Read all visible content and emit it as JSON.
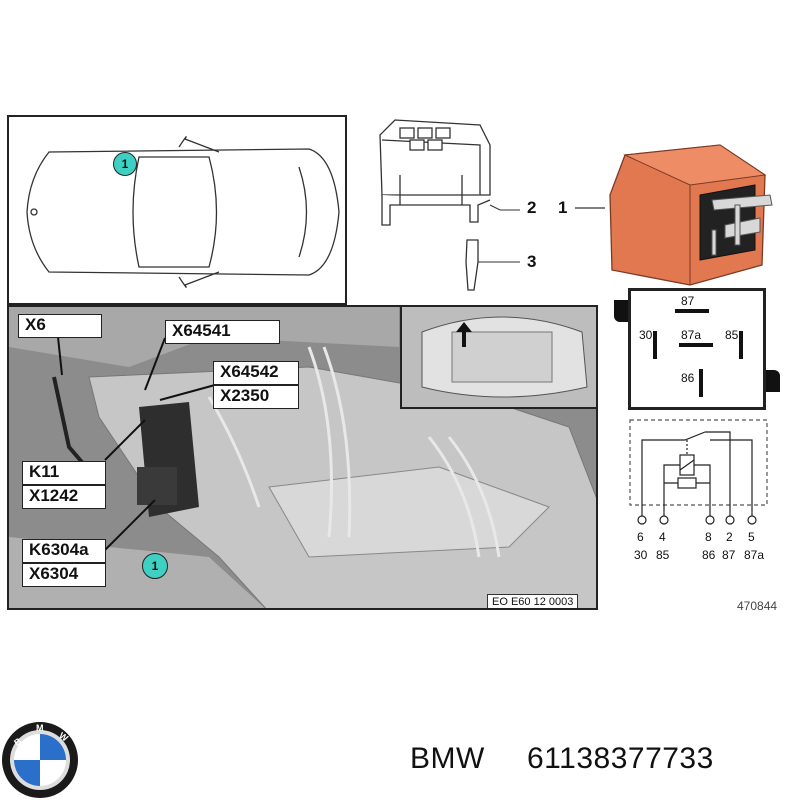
{
  "diagram": {
    "callout_marker": "1",
    "parts": [
      {
        "id": "part-1",
        "label": "1"
      },
      {
        "id": "part-2",
        "label": "2"
      },
      {
        "id": "part-3",
        "label": "3"
      }
    ],
    "photo_labels": [
      "X6",
      "X64541",
      "X64542",
      "X2350",
      "K11",
      "X1242",
      "K6304a",
      "X6304"
    ],
    "photo_code": "EO E60 12 0003",
    "relay_pins_top": {
      "p87": "87",
      "p30": "30",
      "p87a": "87a",
      "p85": "85",
      "p86": "86"
    },
    "schematic_pin_numbers": [
      "6",
      "4",
      "8",
      "2",
      "5"
    ],
    "schematic_pin_terminals": [
      "30",
      "85",
      "86",
      "87",
      "87a"
    ],
    "figure_number": "470844",
    "relay_color": "#e2784f"
  },
  "footer": {
    "brand": "BMW",
    "part_number": "61138377733"
  }
}
